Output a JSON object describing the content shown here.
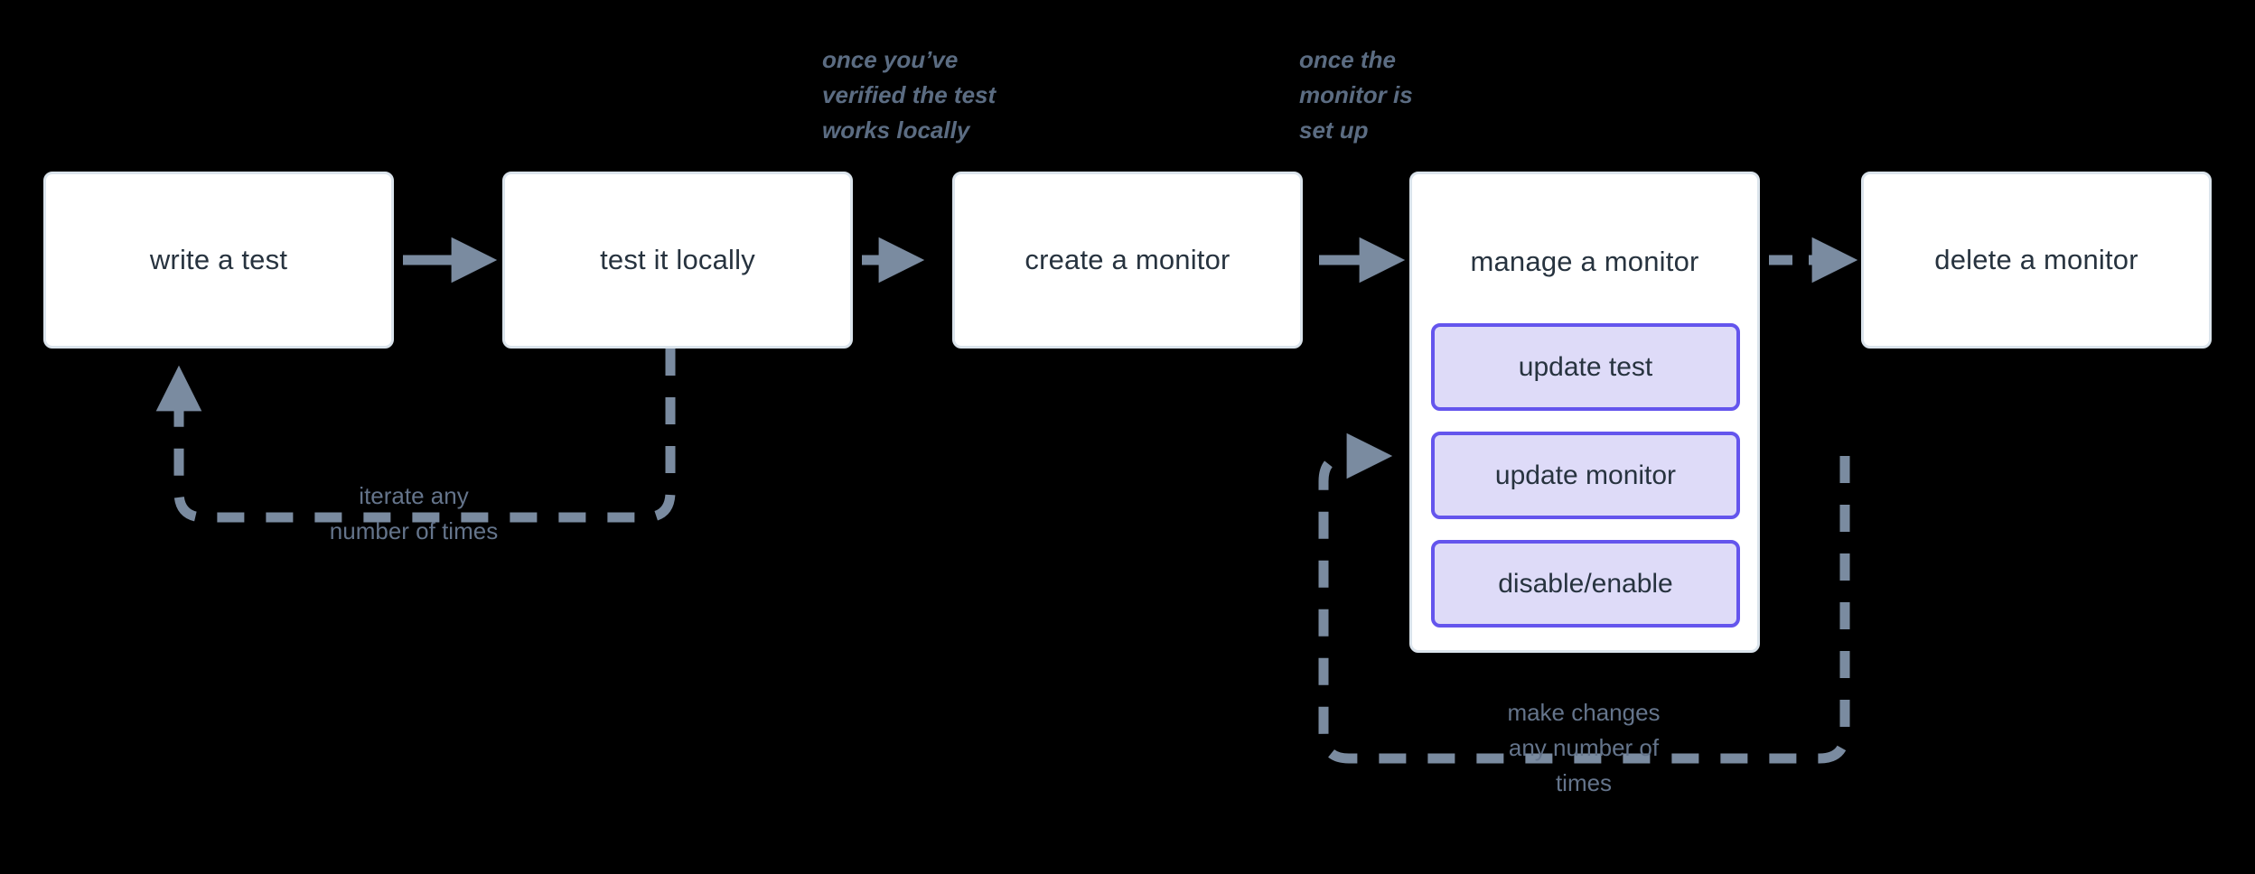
{
  "diagram": {
    "title": "monitor lifecycle flow",
    "background_color": "#000000",
    "node_fill": "#ffffff",
    "node_border": "#dbe4ec",
    "accent_purple_border": "#6455ed",
    "accent_purple_fill": "#dedbf8",
    "connector_color": "#7a8ba0",
    "text_color": "#27333f",
    "label_color": "#64748b"
  },
  "nodes": [
    {
      "id": "write-a-test",
      "label": "write a test"
    },
    {
      "id": "test-it-locally",
      "label": "test it locally"
    },
    {
      "id": "create-a-monitor",
      "label": "create a monitor"
    },
    {
      "id": "manage-a-monitor",
      "label": "manage a monitor"
    },
    {
      "id": "delete-a-monitor",
      "label": "delete a monitor"
    }
  ],
  "sub_nodes": [
    {
      "id": "update-test",
      "label": "update test"
    },
    {
      "id": "update-monitor",
      "label": "update monitor"
    },
    {
      "id": "disable-enable",
      "label": "disable/enable"
    }
  ],
  "edge_labels": {
    "verified_locally": "once you’ve\nverified the test\nworks locally",
    "monitor_set_up": "once the\nmonitor is\nset up",
    "iterate_loop": "iterate any\nnumber of times",
    "make_changes_loop": "make changes\nany number of\ntimes"
  }
}
